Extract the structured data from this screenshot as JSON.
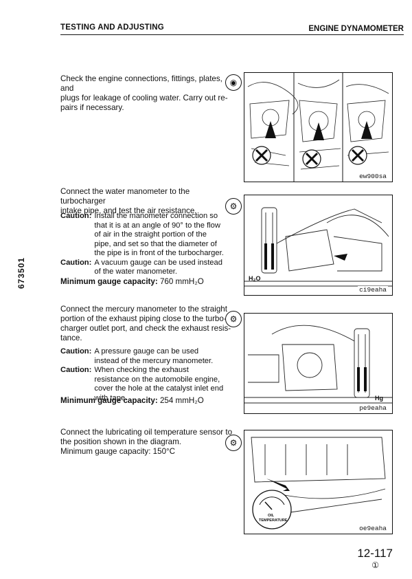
{
  "header": {
    "left": "TESTING AND ADJUSTING",
    "right": "ENGINE DYNAMOMETER"
  },
  "side_code": "673501",
  "sections": [
    {
      "paragraph": [
        "Check the engine connections, fittings, plates, and",
        "plugs for leakage of cooling water.  Carry out re-",
        "pairs if necessary."
      ],
      "symbol": "eye-icon",
      "figure_label": "ew900sa"
    },
    {
      "paragraph": [
        "Connect the water manometer to the turbocharger",
        "intake pipe, and test the air resistance."
      ],
      "cautions": [
        {
          "label": "Caution:",
          "text": "Install the manometer connection so that it is at an angle of 90° to the flow of air in the straight portion of the pipe, and set so that the diameter of the pipe is in front of the turbocharger."
        },
        {
          "label": "Caution:",
          "text": "A vacuum gauge can be used instead of the water manometer."
        }
      ],
      "capacity_label": "Minimum gauge capacity:",
      "capacity_value": "760 mmH₂O",
      "symbol": "wrench-icon",
      "figure_label": "ci9eaha",
      "figure_marker": "H₂O"
    },
    {
      "paragraph": [
        "Connect the mercury manometer to the straight",
        "portion of the exhaust piping close to the turbo-",
        "charger outlet port, and check the exhaust resis-",
        "tance."
      ],
      "cautions": [
        {
          "label": "Caution:",
          "text": "A pressure gauge can be used instead of the mercury manometer."
        },
        {
          "label": "Caution:",
          "text": "When checking the exhaust resistance on the automobile engine, cover the hole at the catalyst inlet end with tape."
        }
      ],
      "capacity_label": "Minimum gauge capacity:",
      "capacity_value": "254 mmH₂O",
      "symbol": "wrench-icon",
      "figure_label": "pe9eaha",
      "figure_marker": "Hg"
    },
    {
      "paragraph": [
        "Connect the lubricating oil temperature sensor to",
        "the position shown in the diagram.",
        "Minimum gauge capacity: 150°C"
      ],
      "symbol": "wrench-icon",
      "figure_label": "oe9eaha",
      "gauge_label_1": "OIL",
      "gauge_label_2": "TEMPERATURE"
    }
  ],
  "footer": {
    "page_number": "12-117",
    "revision_mark": "①"
  }
}
